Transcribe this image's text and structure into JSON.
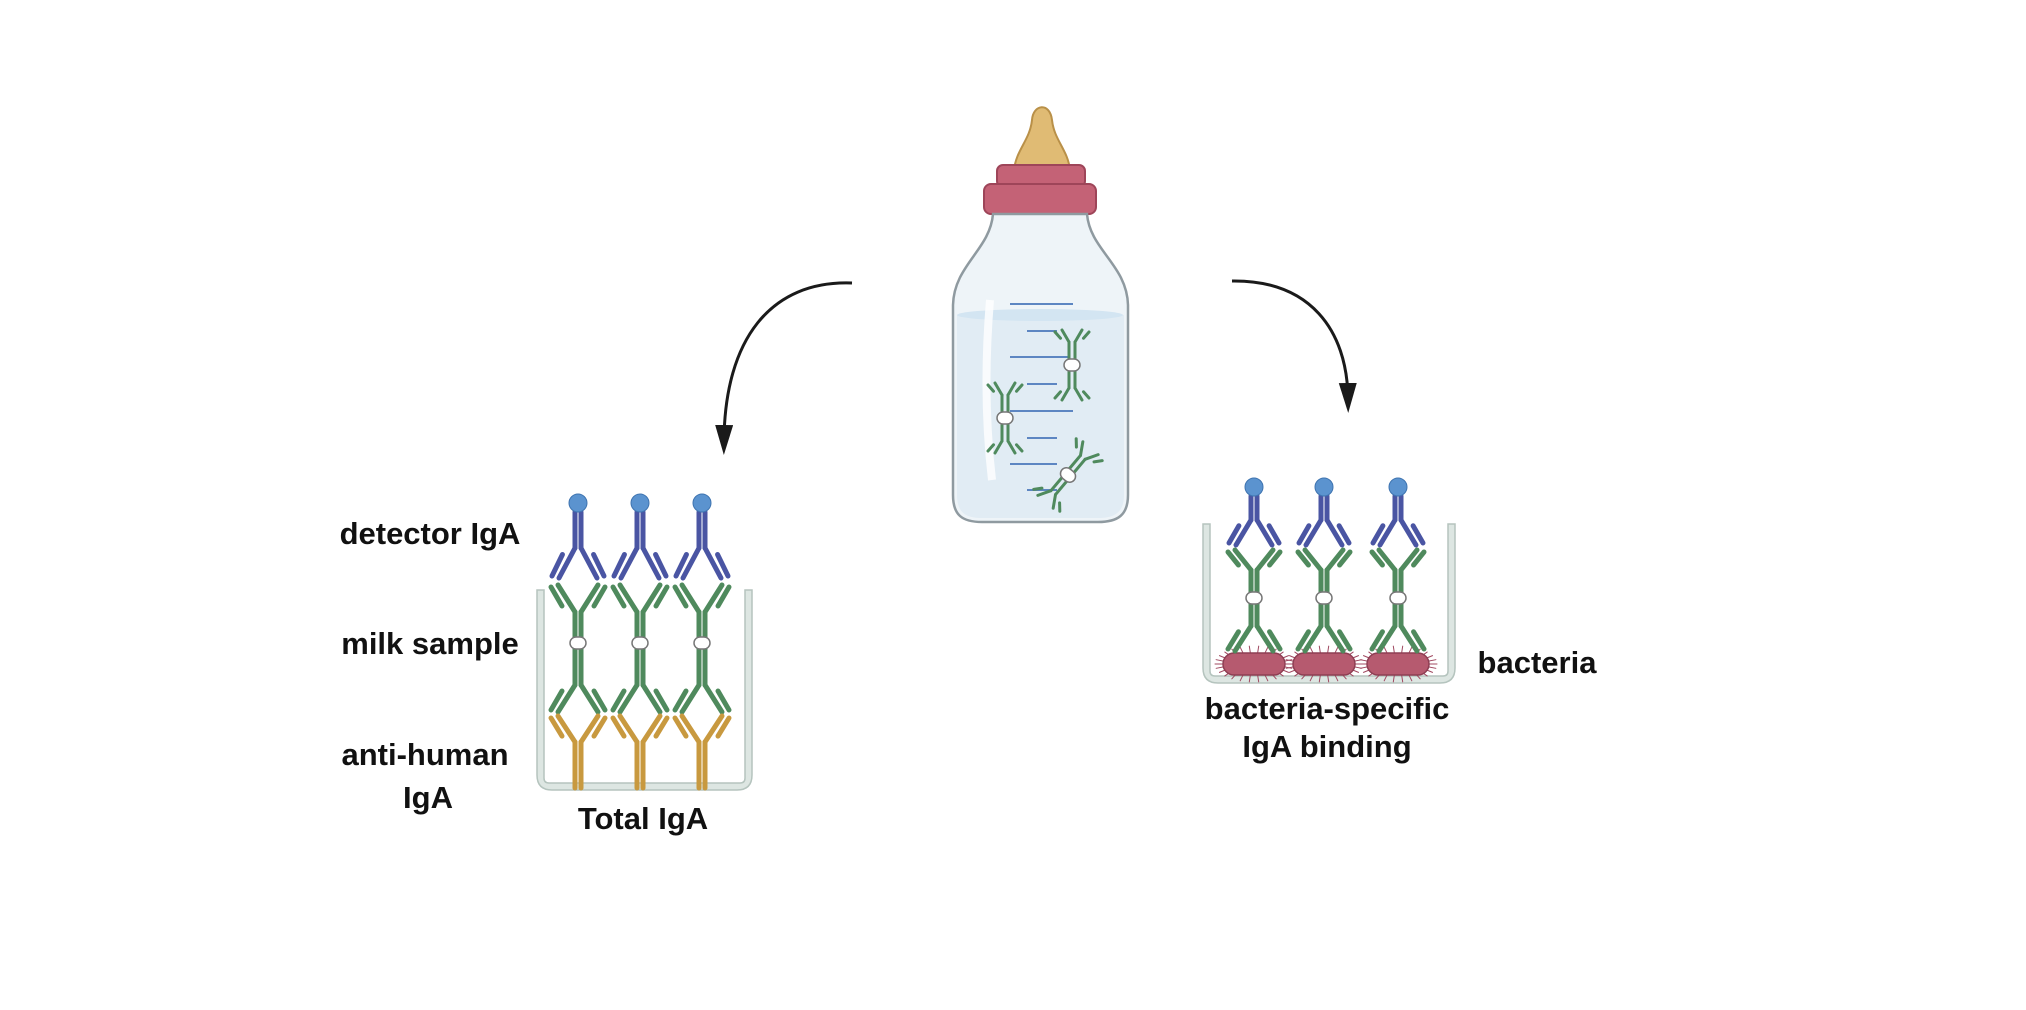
{
  "labels": {
    "detector": "detector IgA",
    "milk": "milk sample",
    "anti_human_line1": "anti-human",
    "anti_human_line2": "IgA",
    "total": "Total IgA",
    "bacteria": "bacteria",
    "specific_line1": "bacteria-specific",
    "specific_line2": "IgA binding"
  },
  "colors": {
    "detector_antibody": "#4a55a3",
    "detector_tag": "#5b93cf",
    "milk_iga": "#4f8a5d",
    "anti_human_iga": "#c8993f",
    "bacteria": "#b65a6f",
    "bottle_cap": "#c46276",
    "bottle_nipple": "#e0bb74",
    "well": "#dde6e2"
  }
}
